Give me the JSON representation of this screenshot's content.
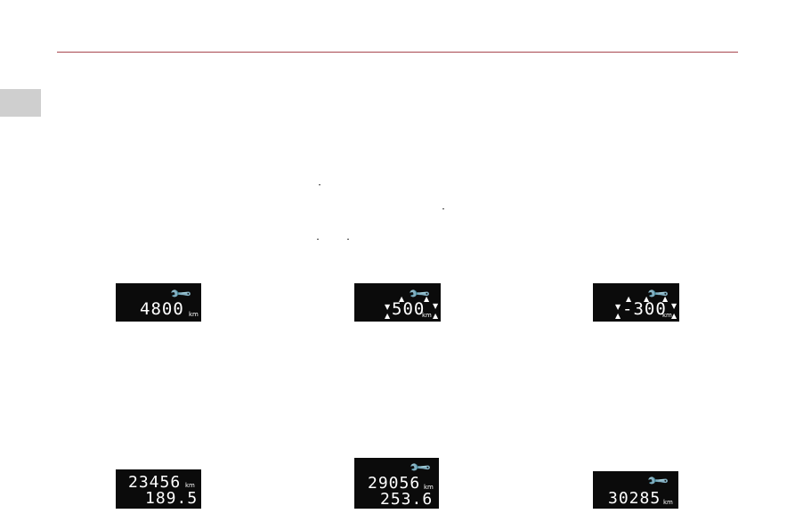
{
  "displays": {
    "d1": {
      "distance": "4800",
      "unit": "km",
      "icon": "wrench-icon"
    },
    "d2": {
      "distance": "500",
      "unit": "km",
      "icon": "wrench-icon",
      "blinking": true
    },
    "d3": {
      "distance": "-300",
      "unit": "km",
      "icon": "wrench-icon",
      "blinking": true
    },
    "d4": {
      "odometer": "23456",
      "unit": "km",
      "trip": "189.5"
    },
    "d5": {
      "odometer": "29056",
      "unit": "km",
      "trip": "253.6",
      "icon": "wrench-icon"
    },
    "d6": {
      "odometer": "30285",
      "unit": "km",
      "icon": "wrench-icon"
    }
  },
  "colors": {
    "rule": "#a8474f",
    "side_tab": "#cfcfcf",
    "lcd_background": "#0b0b0b",
    "lcd_text": "#ffffff",
    "wrench": "#f08a1a"
  }
}
